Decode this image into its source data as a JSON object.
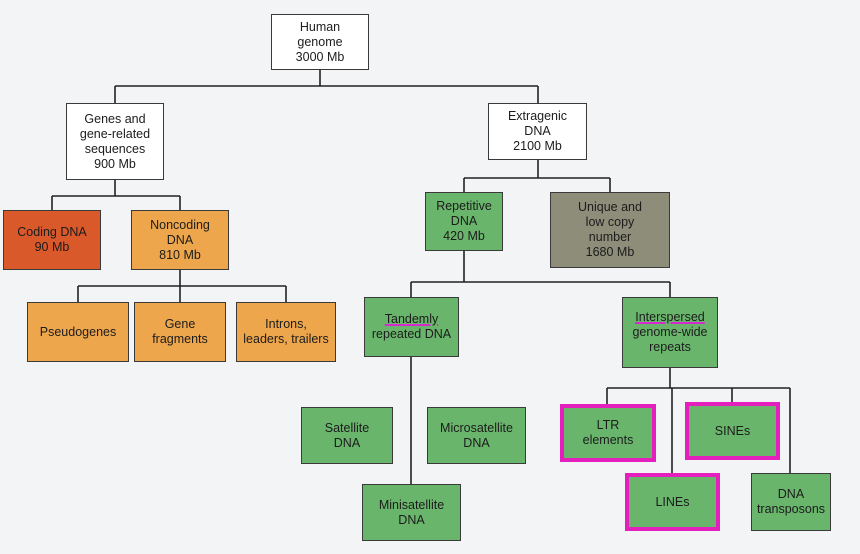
{
  "root": {
    "text": "Human\ngenome\n3000 Mb"
  },
  "genes": {
    "text": "Genes and\ngene-related\nsequences\n900 Mb"
  },
  "extragenic": {
    "text": "Extragenic\nDNA\n2100 Mb"
  },
  "coding": {
    "text": "Coding DNA\n90 Mb"
  },
  "noncoding": {
    "text": "Noncoding\nDNA\n810 Mb"
  },
  "repetitive": {
    "text": "Repetitive\nDNA\n420 Mb"
  },
  "unique": {
    "text": "Unique and\nlow copy\nnumber\n1680 Mb"
  },
  "pseudogenes": {
    "text": "Pseudogenes"
  },
  "gene_fragments": {
    "text": "Gene\nfragments"
  },
  "introns": {
    "text": "Introns,\nleaders, trailers"
  },
  "tandem": {
    "line1": "Tandemly",
    "line2": "repeated DNA"
  },
  "interspersed": {
    "line1": "Interspersed",
    "line2": "genome-wide\nrepeats"
  },
  "satellite": {
    "text": "Satellite\nDNA"
  },
  "microsatellite": {
    "text": "Microsatellite\nDNA"
  },
  "minisatellite": {
    "text": "Minisatellite\nDNA"
  },
  "ltr": {
    "text": "LTR\nelements"
  },
  "sines": {
    "text": "SINEs"
  },
  "lines": {
    "text": "LINEs"
  },
  "dna_transposons": {
    "text": "DNA\ntransposons"
  },
  "colors": {
    "white": "#ffffff",
    "red": "#d9592b",
    "orange": "#eea64c",
    "green": "#6ab56c",
    "gray": "#8d8d7a",
    "highlight": "#e51ebe"
  }
}
